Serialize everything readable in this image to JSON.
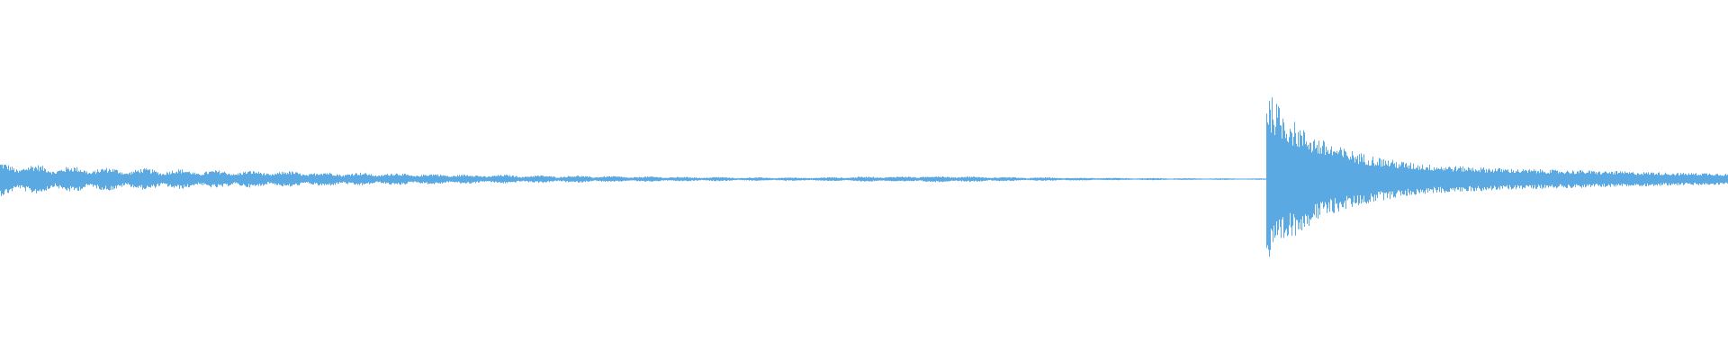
{
  "waveform": {
    "color": "#5aa9e2",
    "background": "#ffffff",
    "envelope": [
      0.19,
      0.17,
      0.15,
      0.14,
      0.13,
      0.12,
      0.12,
      0.11,
      0.1,
      0.1,
      0.09,
      0.09,
      0.08,
      0.08,
      0.07,
      0.07,
      0.06,
      0.06,
      0.05,
      0.05,
      0.045,
      0.04,
      0.04,
      0.035,
      0.03,
      0.03,
      0.025,
      0.025,
      0.02,
      0.02,
      0.02,
      0.02,
      0.025,
      0.03,
      0.03,
      0.035,
      0.035,
      0.03,
      0.025,
      0.02,
      0.02,
      0.015,
      0.015,
      0.012,
      0.012,
      0.01,
      0.01,
      0.008,
      0.008,
      1.0,
      0.74,
      0.56,
      0.44,
      0.36,
      0.3,
      0.25,
      0.21,
      0.18,
      0.16,
      0.15,
      0.14,
      0.13,
      0.12,
      0.11,
      0.11,
      0.1,
      0.1,
      0.09,
      0.09,
      0.08,
      0.08,
      0.07,
      0.07,
      0.07,
      0.06
    ],
    "transient_fraction": 0.7325
  }
}
